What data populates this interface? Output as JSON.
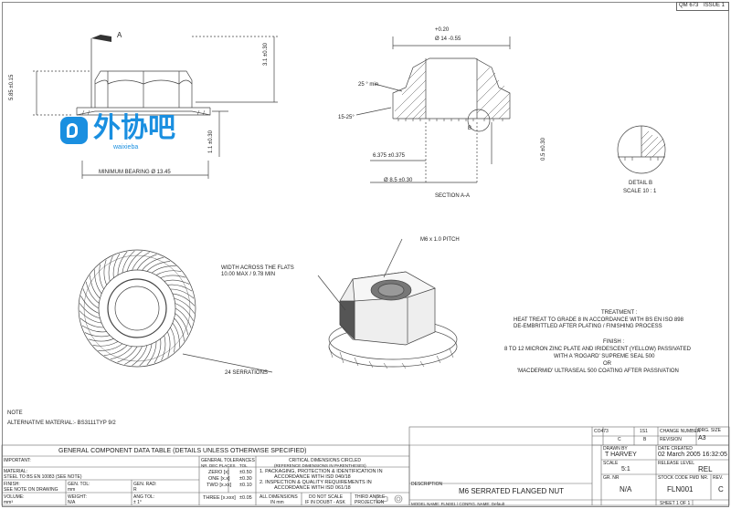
{
  "header": {
    "ref": "QM 673",
    "issue": "ISSUE 1"
  },
  "views": {
    "section_label_a": "A",
    "section_a_a": "SECTION A-A",
    "detail_b": "DETAIL B",
    "detail_scale": "SCALE 10 : 1",
    "detail_marker": "B"
  },
  "dims": {
    "height_total": "5.85 ±0.15",
    "hex_height": "3.1 ±0.30",
    "flange_height": "1.1 ±0.30",
    "min_bearing": "MINIMUM  BEARING  Ø 13.45",
    "tol_plus": "+0.20",
    "flange_dia": "Ø 14 -0.55",
    "angle_top": "25 ° min",
    "angle_side": "15-25°",
    "bore_dim": "6.375 ±0.375",
    "base_dia": "Ø 8.5 ±0.30",
    "serration_depth": "0.5 ±0.30"
  },
  "notes": {
    "thread": "M6 x 1.0 PITCH",
    "width_flats_1": "WIDTH ACROSS THE FLATS",
    "width_flats_2": "10.00 MAX / 9.78 MIN",
    "serrations": "24 SERRATIONS",
    "note_title": "NOTE",
    "alt_material": "ALTERNATIVE MATERIAL:- BS3111TYP 9/2",
    "treatment_title": "TREATMENT :",
    "treatment_text": "HEAT TREAT TO GRADE 8 IN ACCORDANCE WITH BS EN ISO 898",
    "treatment_text2": "DE-EMBRITTLED AFTER PLATING / FINISHING PROCESS",
    "finish_title": "FINISH :",
    "finish_1": "8 TO 12 MICRON ZINC PLATE AND IRIDESCENT (YELLOW) PASSIVATED",
    "finish_2": "WITH A 'ROGARD' SUPREME SEAL 500",
    "finish_or": "OR",
    "finish_3": "'MACDERMID' ULTRASEAL 500 COATING AFTER PASSIVATION"
  },
  "watermark": {
    "text": "外协吧",
    "sub": "waixieba"
  },
  "title_block": {
    "rev_code1": "CO473",
    "rev_num1": "1S1",
    "rev_code2": "C",
    "rev_num2": "B",
    "change_number": "CHANGE NUMBER",
    "revision": "REVISION",
    "drg_size": "DRG. SIZE",
    "drg_size_val": "A3",
    "drawn_by": "DRAWN BY",
    "drawn_by_val": "T HARVEY",
    "date_created": "DATE CREATED",
    "date_created_val": "02 March 2005 16:32:05",
    "scale": "SCALE",
    "scale_val": "5:1",
    "release_level": "RELEASE LEVEL",
    "release_val": "REL",
    "description": "DESCRIPTION",
    "description_val": "M6 SERRATED FLANGED NUT",
    "gr_no": "GR. NR",
    "gr_val": "N/A",
    "stock_code": "STOCK CODE FMD NR.",
    "stock_val": "FLN001",
    "rev": "REV.",
    "rev_val": "C",
    "sheet": "SHEET 1 OF 1",
    "model_name": "MODEL NAME: FLN001 / CONFIG. NAME: Default"
  },
  "data_table": {
    "title": "GENERAL COMPONENT DATA TABLE (DETAILS UNLESS OTHERWISE SPECIFIED)",
    "general_tol": "GENERAL TOLERANCES",
    "dec_places": "NR. DEC PLACES",
    "tol": "TOL",
    "critical": "CRITICAL DIMENSIONS CIRCLED",
    "ref_dims": "(REFERENCE DIMENSIONS IN PARENTHESES)",
    "important": "IMPORTANT:",
    "material": "MATERIAL:",
    "material_val": "STEEL TO BS EN 10083 (SEE NOTE)",
    "finish": "FINISH:",
    "finish_val": "SEE NOTE ON DRAWING",
    "volume": "VOLUME:",
    "volume_val": "mm³",
    "gen_tol_lbl": "GEN. TOL:",
    "gen_tol_val": "mm",
    "weight": "WEIGHT:",
    "weight_val": "N/A",
    "gen_rad": "GEN. RAD:",
    "gen_rad_val": "R",
    "ang_tol": "ANG TOL:",
    "ang_tol_val": "± 1°",
    "zero": "ZERO [x]",
    "zero_tol": "±0.50",
    "one": "ONE [x.x]",
    "one_tol": "±0.30",
    "two": "TWO [x.xx]",
    "two_tol": "±0.10",
    "three": "THREE [x.xxx]",
    "three_tol": "±0.05",
    "note1": "1. PACKAGING, PROTECTION & IDENTIFICATION IN",
    "note1b": "ACCORDANCE WITH ISD 040/18",
    "note2": "2. INSPECTION & QUALITY REQUIREMENTS IN",
    "note2b": "ACCORDANCE WITH ISD 061/18",
    "all_dims": "ALL DIMENSIONS",
    "in_mm": "IN mm",
    "do_not_scale": "DO NOT SCALE",
    "if_in_doubt": "IF IN DOUBT - ASK",
    "third_angle": "THIRD ANGLE",
    "projection": "PROJECTION"
  }
}
